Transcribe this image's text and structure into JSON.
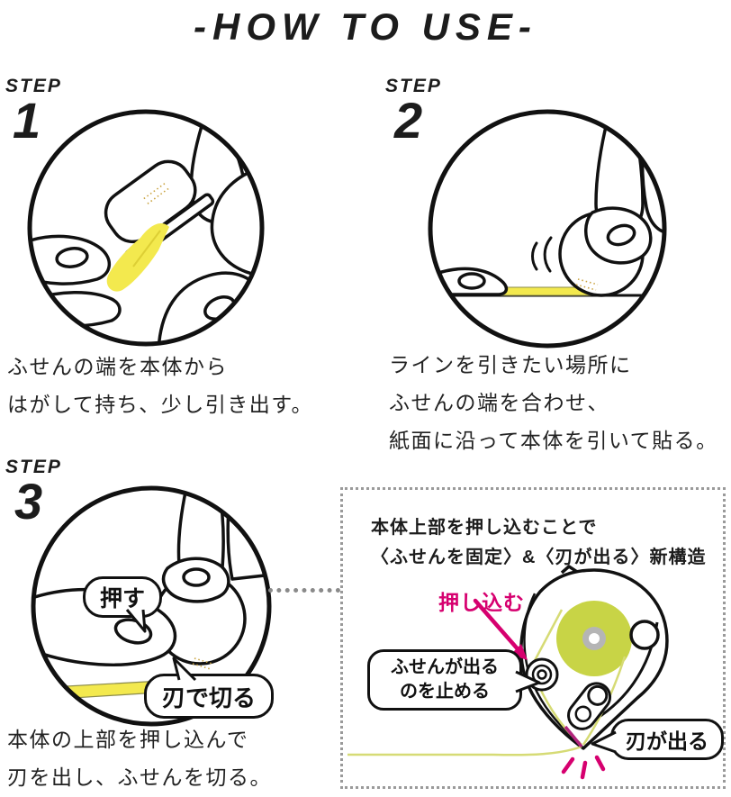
{
  "title": "-HOW TO USE-",
  "steps": [
    {
      "label": "STEP",
      "number": "1",
      "caption_lines": [
        "ふせんの端を本体から",
        "はがして持ち、少し引き出す。"
      ]
    },
    {
      "label": "STEP",
      "number": "2",
      "caption_lines": [
        "ラインを引きたい場所に",
        "ふせんの端を合わせ、",
        "紙面に沿って本体を引いて貼る。"
      ]
    },
    {
      "label": "STEP",
      "number": "3",
      "caption_lines": [
        "本体の上部を押し込んで",
        "刃を出し、ふせんを切る。"
      ],
      "bubble_push": "押す",
      "bubble_cut": "刃で切る"
    }
  ],
  "feature_box": {
    "heading_lines": [
      "本体上部を押し込むことで",
      "〈ふせんを固定〉&〈刃が出る〉新構造"
    ],
    "push_label": "押し込む",
    "stop_callout_lines": [
      "ふせんが出る",
      "のを止める"
    ],
    "blade_callout": "刃が出る"
  },
  "colors": {
    "ink": "#1c1c1c",
    "tape_yellow": "#f3e94e",
    "roll_green": "#c8d446",
    "tape_line_green": "#d6db75",
    "accent_pink": "#d6006f",
    "hub_gray": "#b5b5b5",
    "dotted_gray": "#9a9a9a"
  }
}
